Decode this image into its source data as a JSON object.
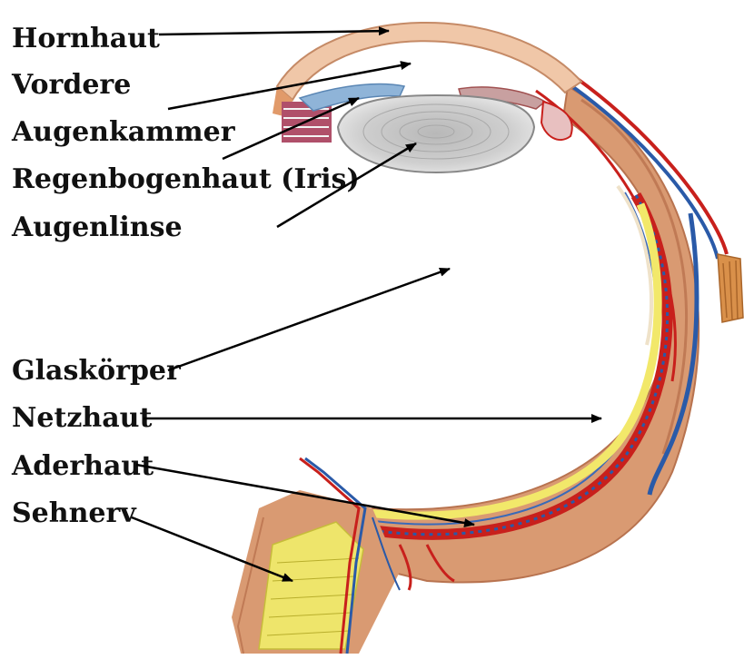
{
  "labels": {
    "hornhaut": "Hornhaut",
    "vordere": "Vordere",
    "augenkammer": "Augenkammer",
    "iris": "Regenbogenhaut (Iris)",
    "linse": "Augenlinse",
    "glaskoerper": "Glaskörper",
    "netzhaut": "Netzhaut",
    "aderhaut": "Aderhaut",
    "sehnerv": "Sehnerv"
  },
  "colors": {
    "sclera": "#d99a72",
    "sclera_light": "#eab89a",
    "cornea": "#f0c7a8",
    "retina": "#f2e86a",
    "lens": "#c8c8c8",
    "iris": "#8fb4d8",
    "artery": "#c8201c",
    "vein": "#2a5aa8",
    "arrow": "#000000",
    "text": "#111111"
  }
}
